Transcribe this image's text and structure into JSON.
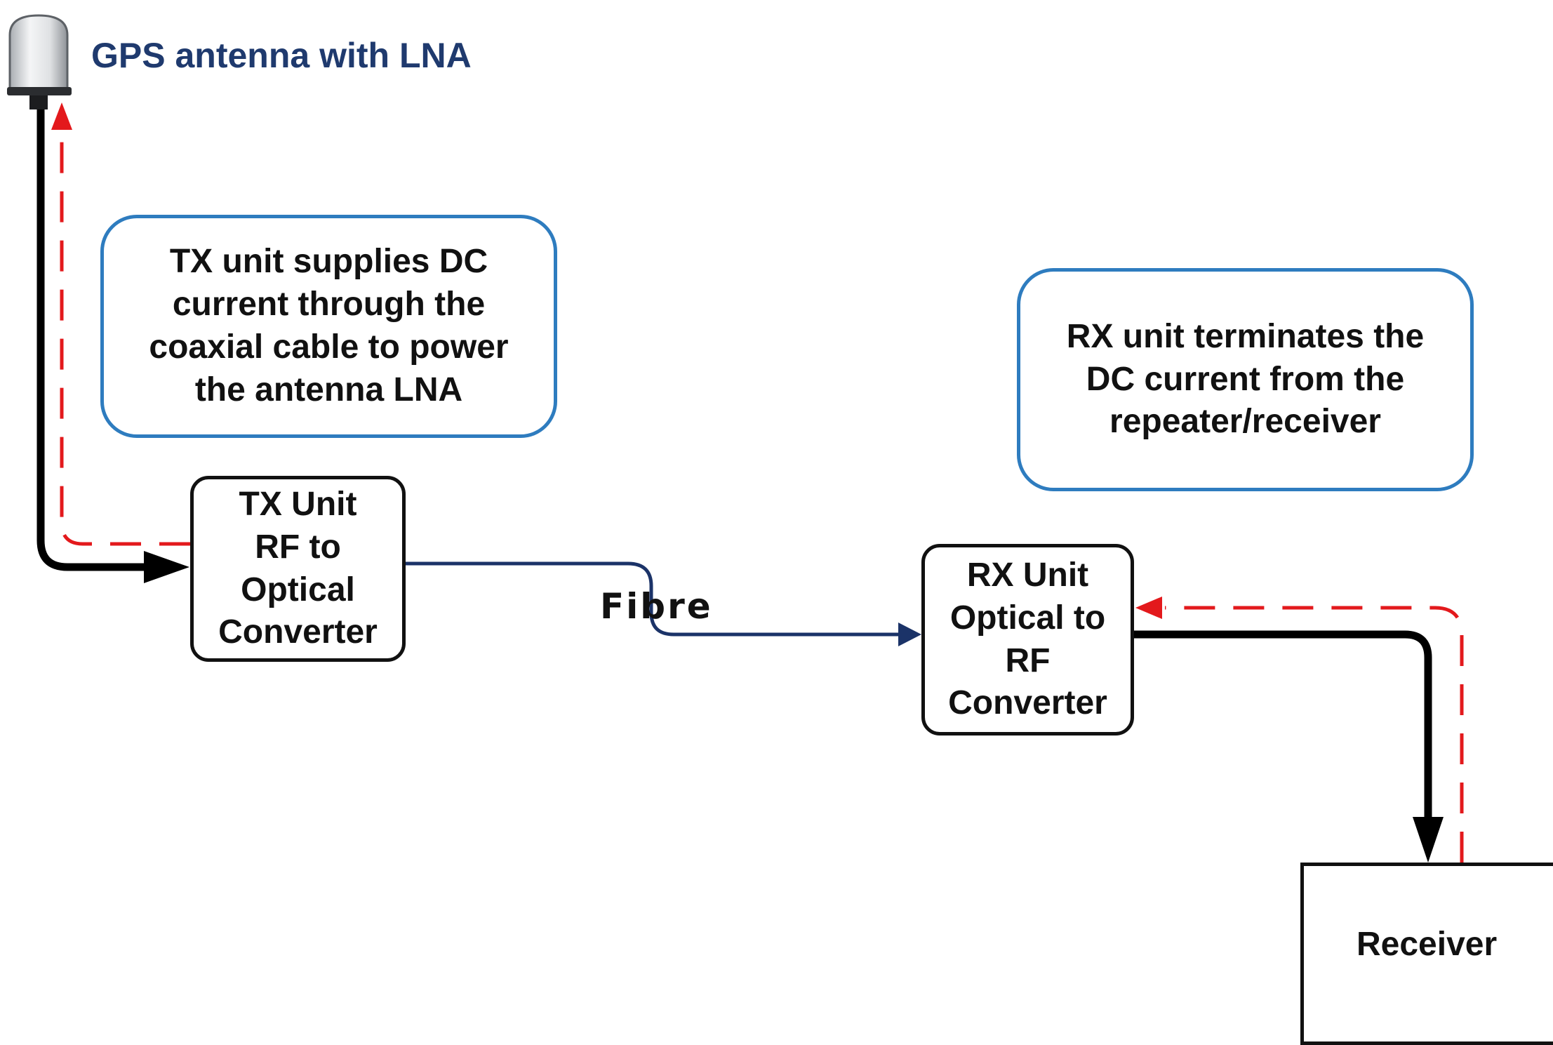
{
  "antenna": {
    "icon": "gps-antenna-icon",
    "label": "GPS antenna with LNA"
  },
  "notes": {
    "tx": [
      "TX unit supplies DC",
      "current through the",
      "coaxial cable to power",
      "the antenna LNA"
    ],
    "rx": [
      "RX unit terminates the",
      "DC current from the",
      "repeater/receiver"
    ]
  },
  "units": {
    "tx": [
      "TX Unit",
      "RF to",
      "Optical",
      "Converter"
    ],
    "rx": [
      "RX Unit",
      "Optical to",
      "RF",
      "Converter"
    ]
  },
  "fibre": {
    "label": "Fibre"
  },
  "receiver": {
    "label": "Receiver"
  },
  "colors": {
    "rf_signal": "#000000",
    "dc_current": "#e3191c",
    "fibre": "#1b3368",
    "note_border": "#2e7cbf",
    "antenna_label": "#1f3a6e"
  }
}
